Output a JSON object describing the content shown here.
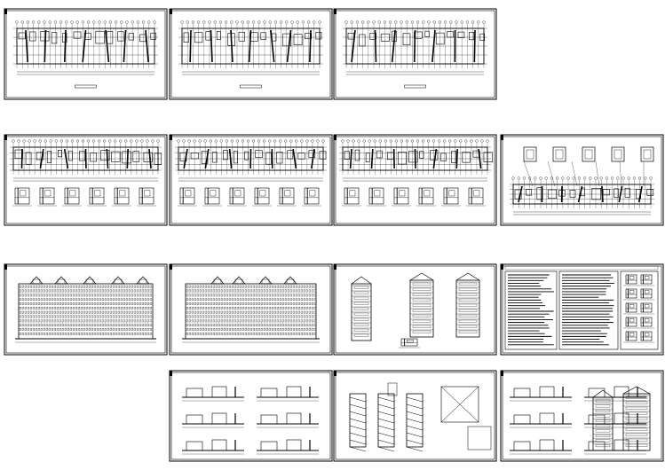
{
  "title": "",
  "drawing_set": {
    "rows": [
      {
        "row": 1,
        "sheets": [
          {
            "id": "s1",
            "kind": "floor-plan",
            "caption": ""
          },
          {
            "id": "s2",
            "kind": "floor-plan",
            "caption": ""
          },
          {
            "id": "s3",
            "kind": "floor-plan",
            "caption": ""
          }
        ]
      },
      {
        "row": 2,
        "sheets": [
          {
            "id": "s4",
            "kind": "plan-with-details",
            "caption": ""
          },
          {
            "id": "s5",
            "kind": "plan-with-details",
            "caption": ""
          },
          {
            "id": "s6",
            "kind": "plan-with-details",
            "caption": ""
          },
          {
            "id": "s7",
            "kind": "roof-plan-with-details",
            "caption": ""
          }
        ]
      },
      {
        "row": 3,
        "sheets": [
          {
            "id": "s8",
            "kind": "front-elevation",
            "caption": ""
          },
          {
            "id": "s9",
            "kind": "rear-elevation",
            "caption": ""
          },
          {
            "id": "s10",
            "kind": "side-elevations",
            "caption": ""
          },
          {
            "id": "s11",
            "kind": "design-notes-table",
            "caption": ""
          }
        ]
      },
      {
        "row": 4,
        "sheets": [
          {
            "id": "s12",
            "kind": "sections-and-details",
            "caption": ""
          },
          {
            "id": "s13",
            "kind": "stair-details",
            "caption": ""
          },
          {
            "id": "s14",
            "kind": "sections-and-elevation",
            "caption": ""
          }
        ]
      }
    ]
  }
}
